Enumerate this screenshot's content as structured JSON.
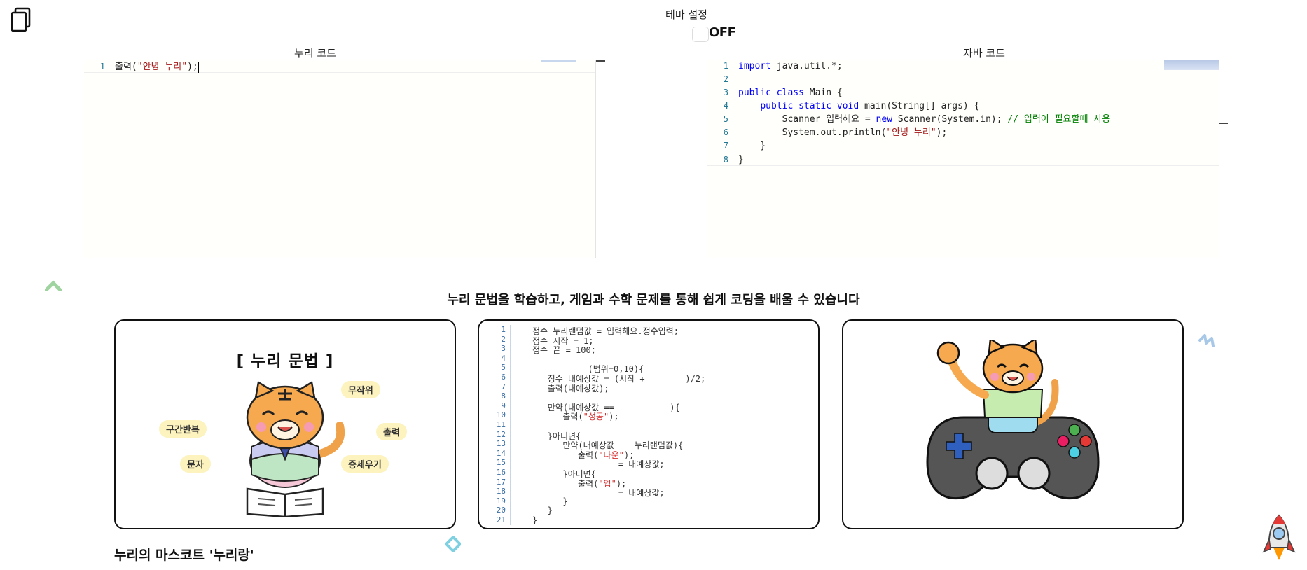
{
  "theme": {
    "title": "테마 설정",
    "state": "OFF"
  },
  "nuri_editor": {
    "title": "누리 코드",
    "lines": [
      {
        "n": "1",
        "tokens": [
          {
            "t": "출력(",
            "c": ""
          },
          {
            "t": "\"안녕 누리\"",
            "c": "str"
          },
          {
            "t": ");",
            "c": ""
          }
        ]
      }
    ]
  },
  "java_editor": {
    "title": "자바 코드",
    "lines": [
      {
        "n": "1",
        "tokens": [
          {
            "t": "import",
            "c": "kw"
          },
          {
            "t": " java.util.*;",
            "c": ""
          }
        ]
      },
      {
        "n": "2",
        "tokens": []
      },
      {
        "n": "3",
        "tokens": [
          {
            "t": "public class",
            "c": "kw"
          },
          {
            "t": " Main {",
            "c": ""
          }
        ]
      },
      {
        "n": "4",
        "tokens": [
          {
            "t": "    ",
            "c": ""
          },
          {
            "t": "public static void",
            "c": "kw"
          },
          {
            "t": " main(String[] args) {",
            "c": ""
          }
        ]
      },
      {
        "n": "5",
        "tokens": [
          {
            "t": "        Scanner 입력해요 = ",
            "c": ""
          },
          {
            "t": "new",
            "c": "kw"
          },
          {
            "t": " Scanner(System.in); ",
            "c": ""
          },
          {
            "t": "// 입력이 필요할때 사용",
            "c": "cm"
          }
        ]
      },
      {
        "n": "6",
        "tokens": [
          {
            "t": "        System.out.println(",
            "c": ""
          },
          {
            "t": "\"안녕 누리\"",
            "c": "str"
          },
          {
            "t": ");",
            "c": ""
          }
        ]
      },
      {
        "n": "7",
        "tokens": [
          {
            "t": "    }",
            "c": ""
          }
        ]
      },
      {
        "n": "8",
        "tokens": [
          {
            "t": "}",
            "c": ""
          }
        ]
      }
    ]
  },
  "headline": "누리 문법을 학습하고, 게임과 수학 문제를 통해 쉽게 코딩을 배울 수 있습니다",
  "card_grammar": {
    "title": "[ 누리 문법 ]",
    "tags": [
      "무작위",
      "구간반복",
      "출력",
      "문자",
      "증세우기"
    ]
  },
  "card_code": {
    "lines": [
      {
        "n": "1",
        "t": "정수 누리랜덤값 = 입력해요.정수입력;"
      },
      {
        "n": "2",
        "t": "정수 시작 = 1;"
      },
      {
        "n": "3",
        "t": "정수 끝 = 100;"
      },
      {
        "n": "4",
        "t": ""
      },
      {
        "n": "5",
        "t": "           (범위=0,10){"
      },
      {
        "n": "6",
        "t": "   정수 내예상값 = (시작 +        )/2;"
      },
      {
        "n": "7",
        "t": "   출력(내예상값);"
      },
      {
        "n": "8",
        "t": ""
      },
      {
        "n": "9",
        "t": "   만약(내예상값 ==           ){"
      },
      {
        "n": "10",
        "t": "      출력(\"성공\");"
      },
      {
        "n": "11",
        "t": ""
      },
      {
        "n": "12",
        "t": "   }아니면{"
      },
      {
        "n": "13",
        "t": "      만약(내예상값    누리랜덤값){"
      },
      {
        "n": "14",
        "t": "         출력(\"다운\");"
      },
      {
        "n": "15",
        "t": "                 = 내예상값;"
      },
      {
        "n": "16",
        "t": "      }아니면{"
      },
      {
        "n": "17",
        "t": "         출력(\"업\");"
      },
      {
        "n": "18",
        "t": "                 = 내예상값;"
      },
      {
        "n": "19",
        "t": "      }"
      },
      {
        "n": "20",
        "t": "   }"
      },
      {
        "n": "21",
        "t": "}"
      }
    ]
  },
  "mascot_title": "누리의 마스코트 '누리랑'",
  "colors": {
    "keyword": "#0000ff",
    "string": "#a31515",
    "comment": "#008000",
    "line_number": "#237893"
  }
}
